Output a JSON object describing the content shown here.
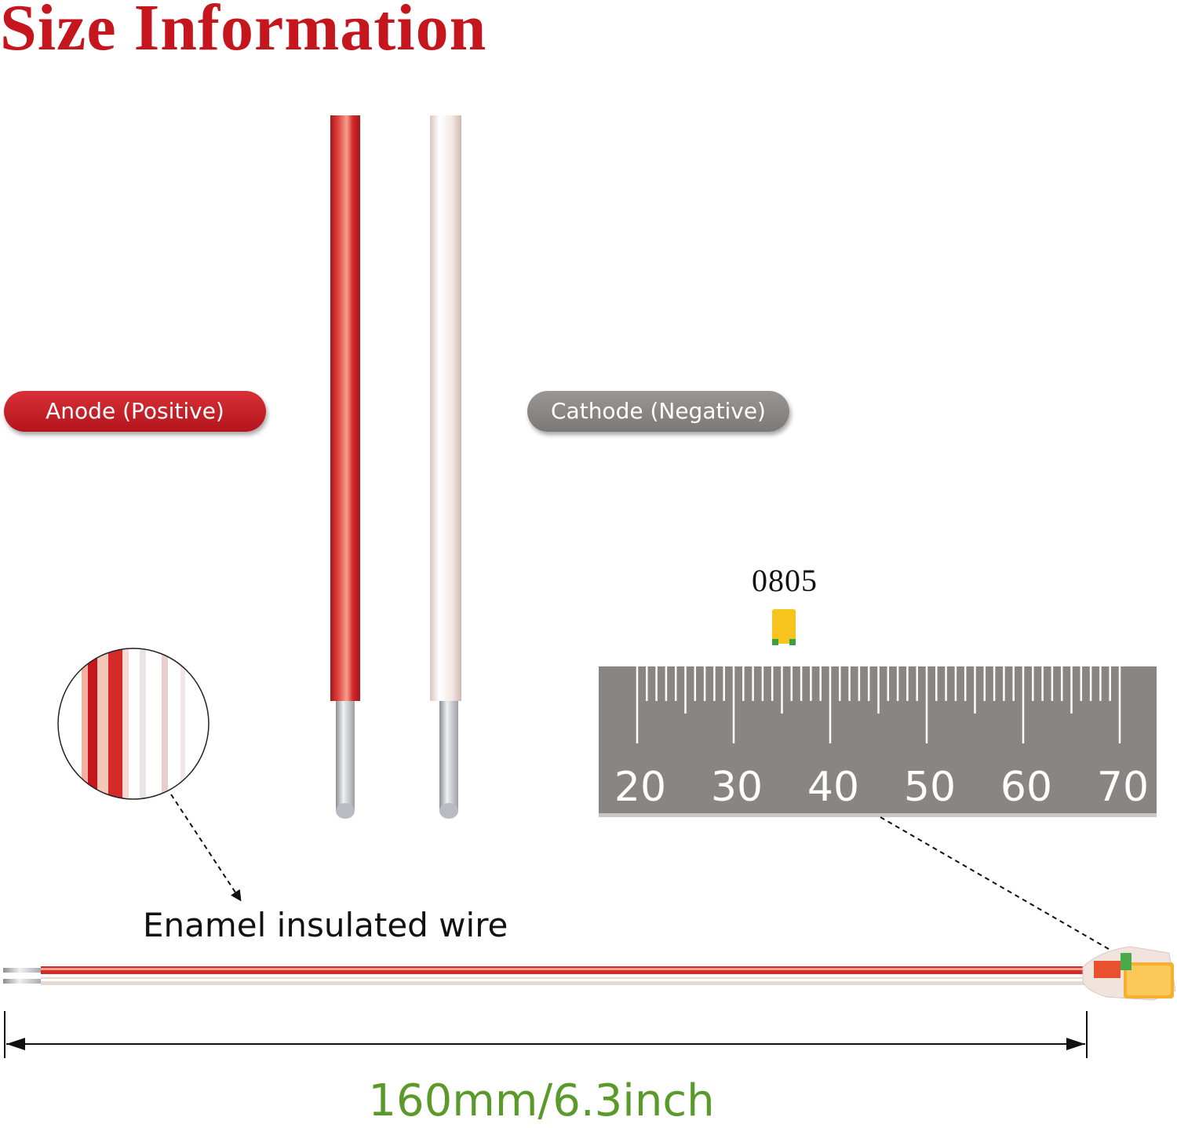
{
  "title": "Size Information",
  "labels": {
    "anode": "Anode (Positive)",
    "cathode": "Cathode (Negative)",
    "led_size": "0805",
    "wire_type": "Enamel insulated wire",
    "length": "160mm/6.3inch"
  },
  "ruler": {
    "numbers": [
      "20",
      "30",
      "40",
      "50",
      "60",
      "70"
    ]
  },
  "colors": {
    "title": "#c4161c",
    "anode_wire": "#d42a2a",
    "cathode_wire": "#f2e6e2",
    "dimension_text": "#5a9a2a",
    "ruler": "#8a8585"
  }
}
